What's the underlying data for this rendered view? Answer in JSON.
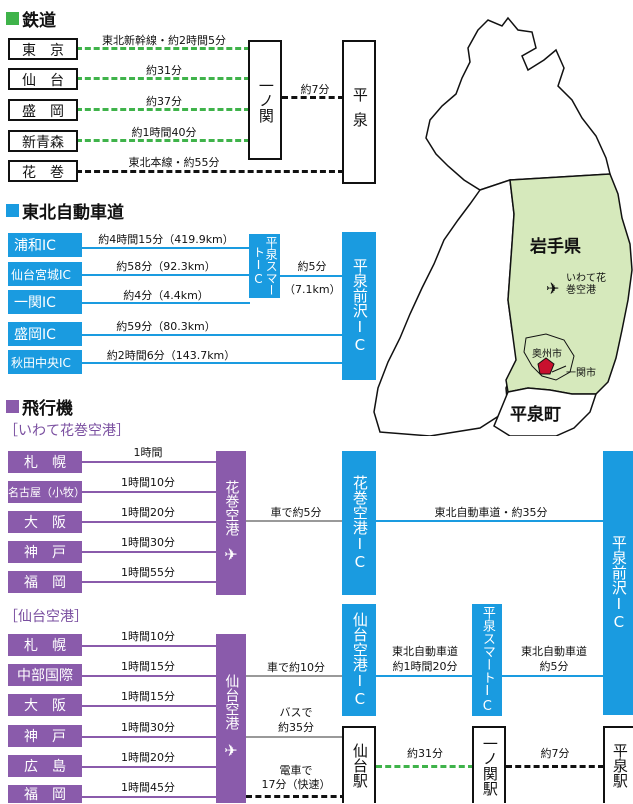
{
  "rail": {
    "title": "鉄道",
    "origins": [
      "東　京",
      "仙　台",
      "盛　岡",
      "新青森",
      "花　巻"
    ],
    "routes": [
      "東北新幹線・約2時間5分",
      "約31分",
      "約37分",
      "約1時間40分",
      "東北本線・約55分"
    ],
    "hub": "一ノ関",
    "hub_time": "約7分",
    "dest": "平泉"
  },
  "expressway": {
    "title": "東北自動車道",
    "origins": [
      "浦和IC",
      "仙台宮城IC",
      "一関IC",
      "盛岡IC",
      "秋田中央IC"
    ],
    "times": [
      "約4時間15分（419.9km）",
      "約58分（92.3km）",
      "約4分（4.4km）",
      "約59分（80.3km）",
      "約2時間6分（143.7km）"
    ],
    "smart_ic": "平泉スマートIC",
    "smart_time": "約5分",
    "smart_dist": "（7.1km）",
    "dest": "平泉前沢IC"
  },
  "flight": {
    "title": "飛行機",
    "hanamaki": {
      "label": "［いわて花巻空港］",
      "origins": [
        "札　幌",
        "名古屋（小牧）",
        "大　阪",
        "神　戸",
        "福　岡"
      ],
      "times": [
        "1時間",
        "1時間10分",
        "1時間20分",
        "1時間30分",
        "1時間55分"
      ],
      "airport": "花巻空港",
      "car": "車で約5分",
      "ic": "花巻空港IC",
      "highway": "東北自動車道・約35分",
      "dest": "平泉前沢IC"
    },
    "sendai": {
      "label": "［仙台空港］",
      "origins": [
        "札　幌",
        "中部国際",
        "大　阪",
        "神　戸",
        "広　島",
        "福　岡"
      ],
      "times": [
        "1時間10分",
        "1時間15分",
        "1時間15分",
        "1時間30分",
        "1時間20分",
        "1時間45分"
      ],
      "airport": "仙台空港",
      "car": "車で約10分",
      "bus1": "バスで",
      "bus2": "約35分",
      "train1": "電車で",
      "train2": "17分（快速）",
      "ic": "仙台空港IC",
      "hw1a": "東北自動車道",
      "hw1b": "約1時間20分",
      "smart_ic": "平泉スマートIC",
      "hw2a": "東北自動車道",
      "hw2b": "約5分",
      "station": "仙台駅",
      "rail1": "約31分",
      "ichinoseki": "一ノ関駅",
      "rail2": "約7分",
      "dest_station": "平泉駅"
    }
  },
  "map": {
    "prefecture": "岩手県",
    "airport_label": "いわて花巻空港",
    "oshu": "奥州市",
    "ichinoseki": "一関市",
    "town": "平泉町"
  },
  "colors": {
    "rail": "#3fb34a",
    "road": "#1a9be0",
    "air": "#8a5bab",
    "land": "#d6e9bc"
  }
}
